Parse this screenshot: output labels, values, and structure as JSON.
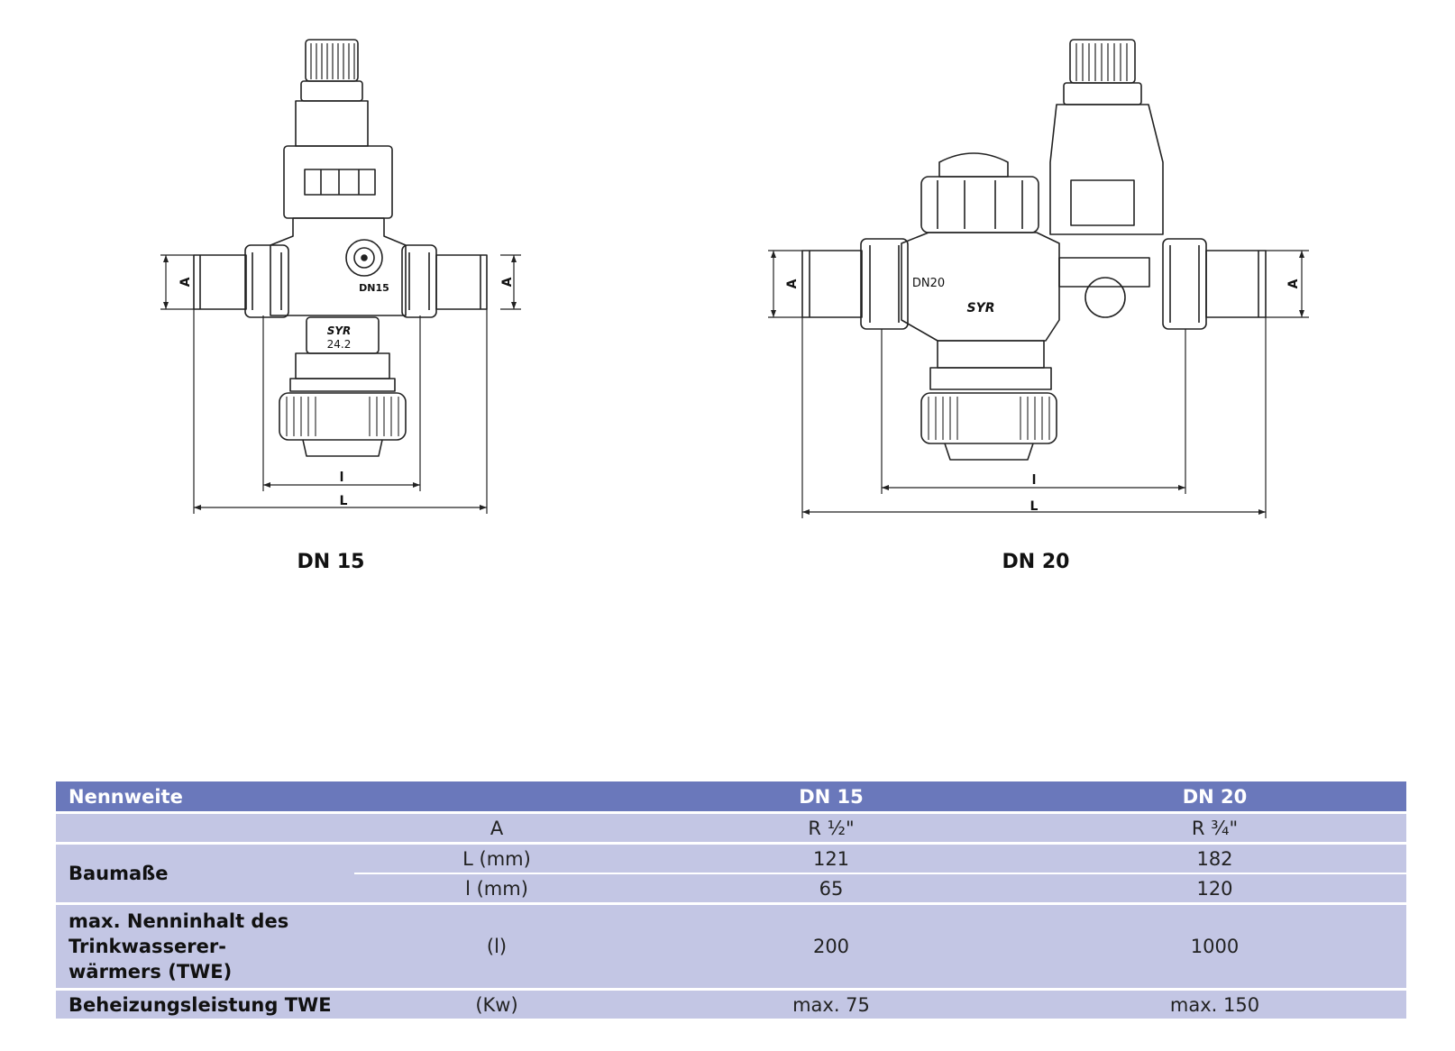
{
  "drawings": [
    {
      "name": "dn15",
      "caption": "DN 15",
      "dim_a": "A",
      "dim_l_small": "l",
      "dim_l_big": "L",
      "body_label": "DN15",
      "logo_text": "SYR",
      "badge_value": "24.2"
    },
    {
      "name": "dn20",
      "caption": "DN 20",
      "dim_a": "A",
      "dim_l_small": "l",
      "dim_l_big": "L",
      "body_label": "DN20",
      "logo_text": "SYR"
    }
  ],
  "table": {
    "header": {
      "label": "Nennweite",
      "col_dn15": "DN 15",
      "col_dn20": "DN 20"
    },
    "rows": [
      {
        "group": "",
        "param": "A",
        "dn15": "R ½\"",
        "dn20": "R ¾\""
      },
      {
        "group": "Baumaße",
        "param": "L (mm)",
        "dn15": "121",
        "dn20": "182"
      },
      {
        "group": "",
        "param": "l (mm)",
        "dn15": "65",
        "dn20": "120"
      },
      {
        "group_lines": [
          "max. Nenninhalt des",
          "Trinkwasserer-",
          "wärmers (TWE)"
        ],
        "param": "(l)",
        "dn15": "200",
        "dn20": "1000"
      },
      {
        "group": "Beheizungsleistung TWE",
        "param": "(Kw)",
        "dn15": "max. 75",
        "dn20": "max. 150"
      }
    ]
  }
}
